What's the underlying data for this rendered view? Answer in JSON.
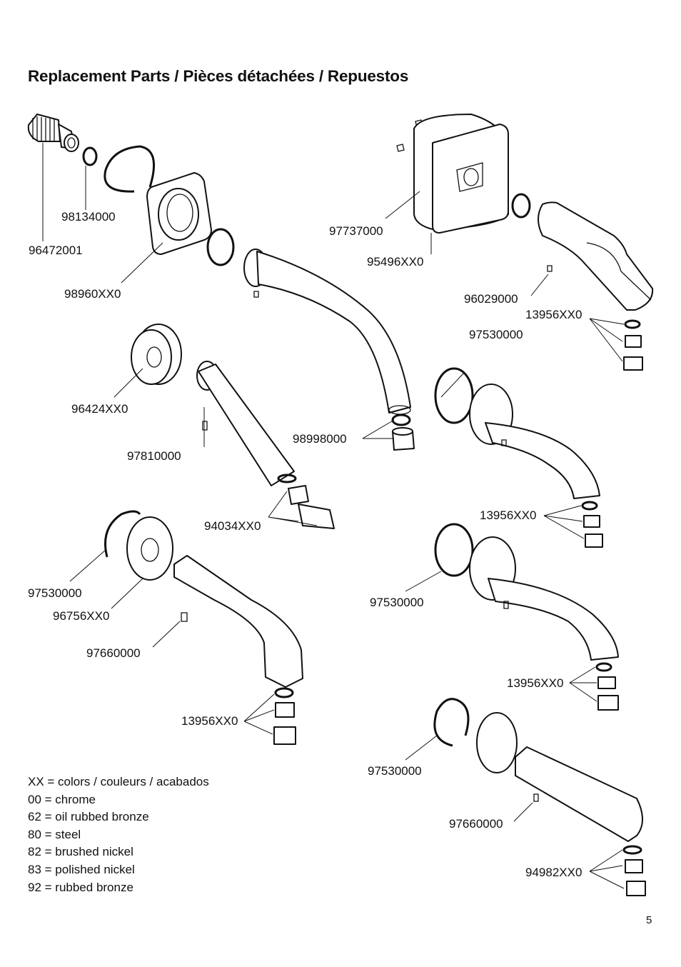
{
  "title": "Replacement Parts / Pièces détachées / Repuestos",
  "labels": {
    "p96472001": "96472001",
    "p98134000": "98134000",
    "p98960XX0": "98960XX0",
    "p96424XX0": "96424XX0",
    "p97810000": "97810000",
    "p98998000": "98998000",
    "p94034XX0": "94034XX0",
    "p97737000": "97737000",
    "p95496XX0": "95496XX0",
    "p96029000": "96029000",
    "p13956XX0_a": "13956XX0",
    "p97530000_a": "97530000",
    "p13956XX0_b": "13956XX0",
    "p97530000_b": "97530000",
    "p96756XX0": "96756XX0",
    "p97660000_a": "97660000",
    "p13956XX0_c": "13956XX0",
    "p97530000_c": "97530000",
    "p13956XX0_d": "13956XX0",
    "p97530000_d": "97530000",
    "p97660000_b": "97660000",
    "p94982XX0": "94982XX0"
  },
  "legend": [
    "XX = colors / couleurs / acabados",
    "00 = chrome",
    "62 = oil rubbed bronze",
    "80 = steel",
    "82 = brushed nickel",
    "83 = polished nickel",
    "92 = rubbed bronze"
  ],
  "page_number": "5"
}
